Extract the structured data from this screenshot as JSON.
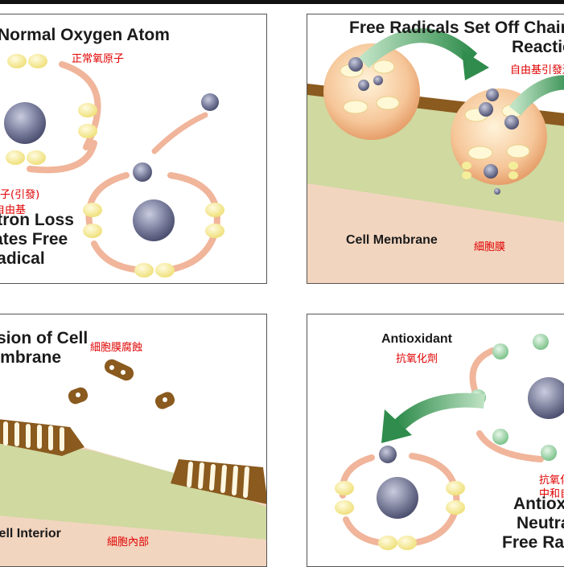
{
  "panels": {
    "normal_oxygen": {
      "title": "Normal Oxygen Atom",
      "title_cn": "正常氧原子",
      "caption_cn_1": "電子(引發)",
      "caption_cn_2": "自由基",
      "caption_line_1": "Electron Loss",
      "caption_line_2": "Creates Free",
      "caption_line_3": "Radical"
    },
    "chain_reaction": {
      "title_line_1": "Free Radicals Set Off Chain",
      "title_line_2": "Reaction",
      "title_cn": "自由基引發連鎖反應",
      "label": "Cell Membrane",
      "label_cn": "細胞膜"
    },
    "erosion": {
      "title_line_1": "Erosion of Cell",
      "title_line_2": "Membrane",
      "title_cn": "細胞膜腐蝕",
      "label": "Cell Interior",
      "label_cn": "細胞內部"
    },
    "antioxidant": {
      "label": "Antioxidant",
      "label_cn": "抗氧化劑",
      "caption_cn_1": "抗氧化劑",
      "caption_cn_2": "中和自由基",
      "caption_line_1": "Antioxidant",
      "caption_line_2": "Neutralizes",
      "caption_line_3": "Free Radical"
    }
  },
  "colors": {
    "nucleus": "#7b7f9e",
    "electron": "#f4ee9a",
    "orbit": "#f0b59a",
    "membrane": "#8a5a1e",
    "tissue": "#cfd9a0",
    "arrow": "#3f9a5a",
    "antioxidant_electron": "#9fd6a8",
    "label_cn": "#e00000"
  }
}
